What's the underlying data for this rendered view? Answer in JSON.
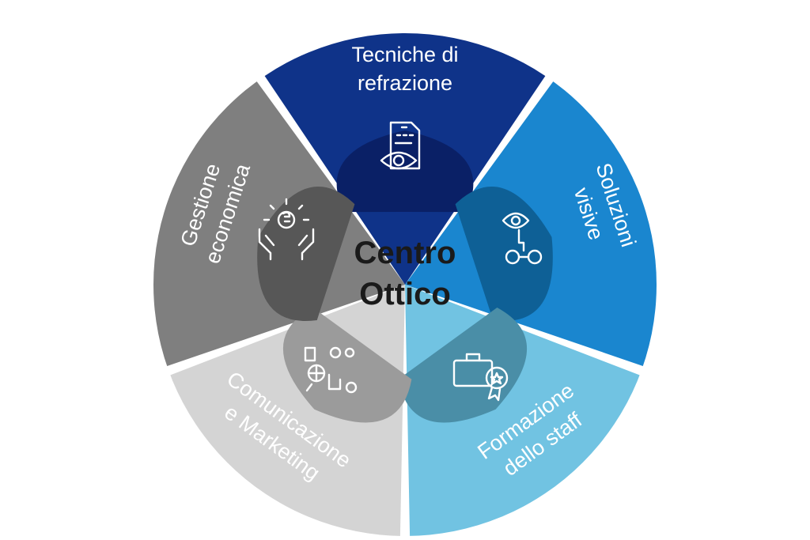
{
  "center": {
    "line1": "Centro",
    "line2": "Ottico"
  },
  "segments": [
    {
      "id": "tecniche",
      "line1": "Tecniche di",
      "line2": "refrazione",
      "outer_color": "#0f3389",
      "inner_color": "#0a2066",
      "icon": "eye-chart-icon"
    },
    {
      "id": "soluzioni",
      "line1": "Soluzioni",
      "line2": "visive",
      "outer_color": "#1a86cf",
      "inner_color": "#0e6096",
      "icon": "eye-glasses-icon"
    },
    {
      "id": "formazione",
      "line1": "Formazione",
      "line2": "dello staff",
      "outer_color": "#71c3e2",
      "inner_color": "#4a8ea7",
      "icon": "briefcase-award-icon"
    },
    {
      "id": "comunicazione",
      "line1": "Comunicazione",
      "line2": "e Marketing",
      "outer_color": "#d4d4d4",
      "inner_color": "#9b9b9b",
      "icon": "network-people-icon"
    },
    {
      "id": "gestione",
      "line1": "Gestione",
      "line2": "economica",
      "outer_color": "#7f7f7f",
      "inner_color": "#575757",
      "icon": "hands-euro-icon"
    }
  ]
}
